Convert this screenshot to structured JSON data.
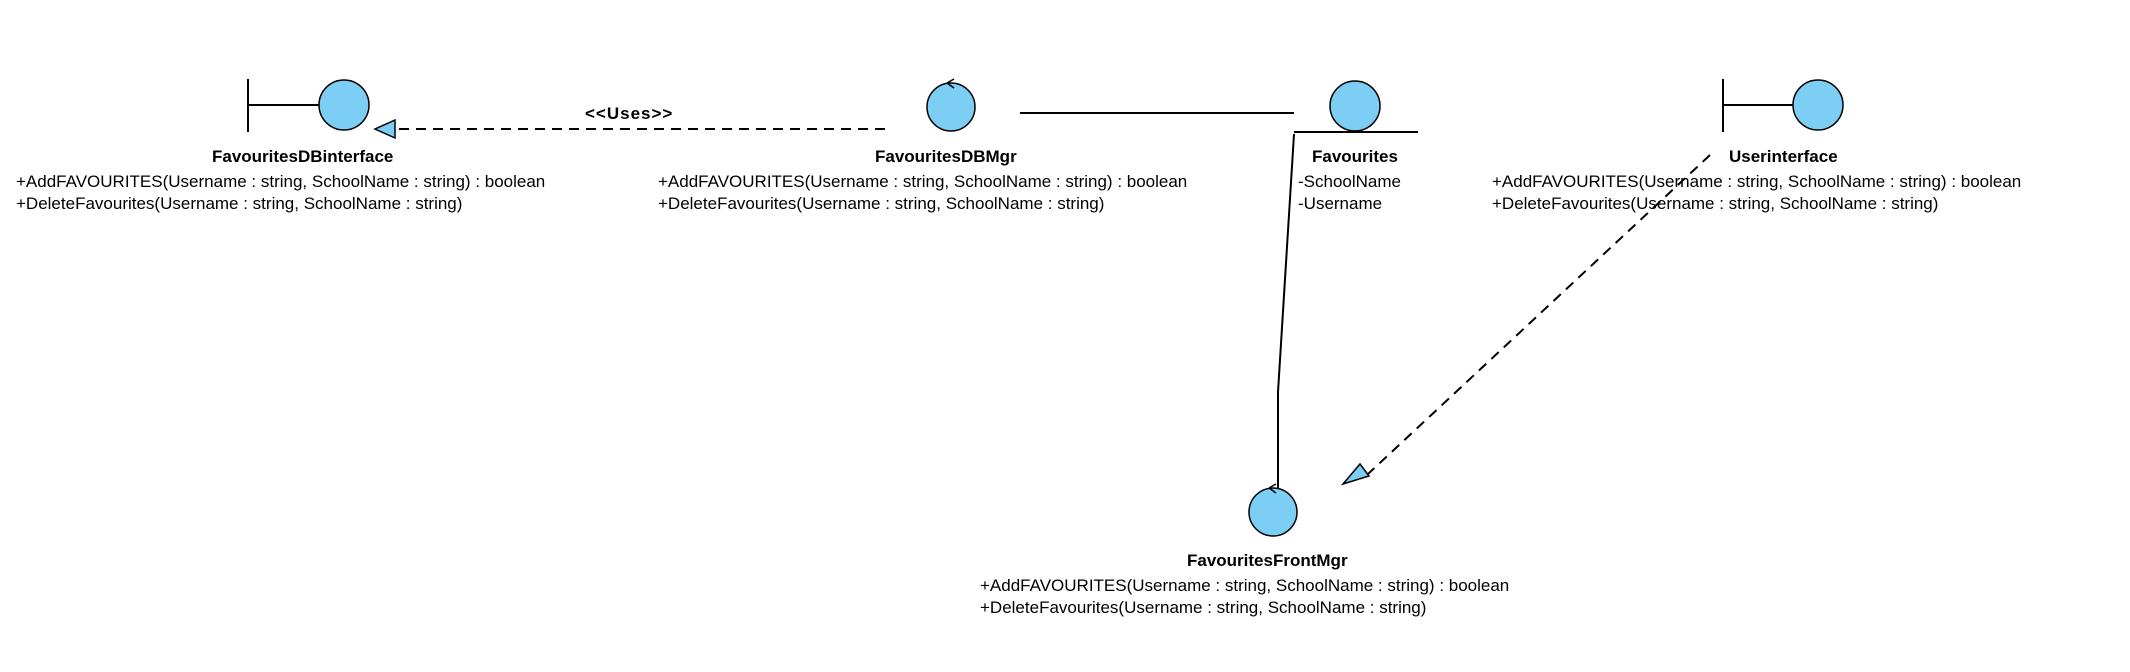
{
  "colors": {
    "symbol_fill": "#7DCEF5",
    "stroke": "#000000",
    "background": "#FFFFFF"
  },
  "diagram": {
    "classes": [
      {
        "key": "favourites_db_interface",
        "stereotype": "boundary",
        "name": "FavouritesDBinterface",
        "members": [
          "+AddFAVOURITES(Username : string, SchoolName : string) : boolean",
          "+DeleteFavourites(Username : string, SchoolName : string)"
        ]
      },
      {
        "key": "favourites_db_mgr",
        "stereotype": "control",
        "name": "FavouritesDBMgr",
        "members": [
          "+AddFAVOURITES(Username : string, SchoolName : string) : boolean",
          "+DeleteFavourites(Username : string, SchoolName : string)"
        ]
      },
      {
        "key": "favourites",
        "stereotype": "entity",
        "name": "Favourites",
        "members": [
          "-SchoolName",
          "-Username"
        ]
      },
      {
        "key": "user_interface",
        "stereotype": "boundary",
        "name": "Userinterface",
        "members": [
          "+AddFAVOURITES(Username : string, SchoolName : string) : boolean",
          "+DeleteFavourites(Username : string, SchoolName : string)"
        ]
      },
      {
        "key": "favourites_front_mgr",
        "stereotype": "control",
        "name": "FavouritesFrontMgr",
        "members": [
          "+AddFAVOURITES(Username : string, SchoolName : string) : boolean",
          "+DeleteFavourites(Username : string, SchoolName : string)"
        ]
      }
    ],
    "relations": [
      {
        "from": "favourites_db_mgr",
        "to": "favourites_db_interface",
        "kind": "dependency",
        "label": "<<Uses>>"
      },
      {
        "from": "favourites_db_mgr",
        "to": "favourites",
        "kind": "association",
        "label": ""
      },
      {
        "from": "favourites",
        "to": "favourites_front_mgr",
        "kind": "association",
        "label": ""
      },
      {
        "from": "user_interface",
        "to": "favourites_front_mgr",
        "kind": "dependency",
        "label": ""
      }
    ]
  }
}
